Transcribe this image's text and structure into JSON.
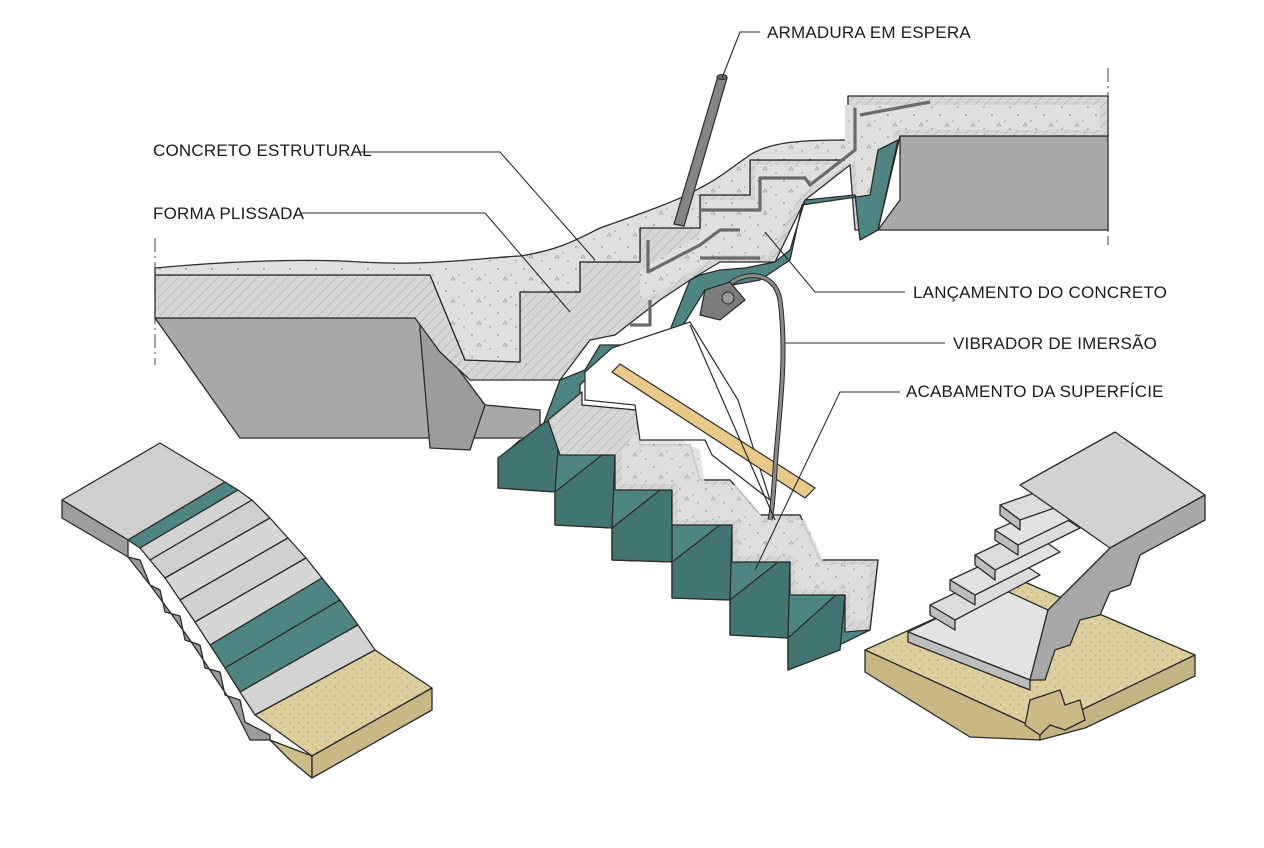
{
  "labels": {
    "armadura": "ARMADURA EM ESPERA",
    "concreto": "CONCRETO ESTRUTURAL",
    "forma": "FORMA PLISSADA",
    "lancamento": "LANÇAMENTO DO CONCRETO",
    "vibrador": "VIBRADOR DE IMERSÃO",
    "acabamento": "ACABAMENTO DA SUPERFÍCIE"
  },
  "colors": {
    "concrete": "#d9d9d9",
    "slab": "#a9a9a9",
    "formwork": "#4f8580",
    "sand": "#dccf9e",
    "rebar": "#6f6f6f",
    "screed": "#e8c98a"
  },
  "icons": {
    "main": "stair-section-diagram",
    "left": "formwork-stair-icon",
    "right": "finished-stair-icon"
  }
}
